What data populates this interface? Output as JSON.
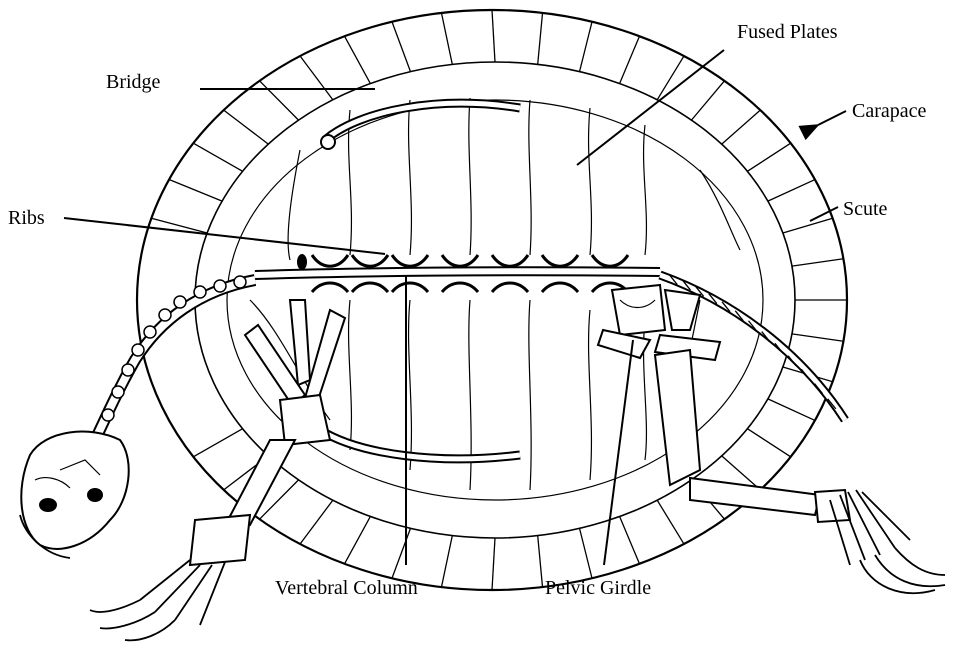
{
  "labels": {
    "bridge": "Bridge",
    "fused_plates": "Fused Plates",
    "carapace": "Carapace",
    "scute": "Scute",
    "ribs": "Ribs",
    "vertebral_column": "Vertebral Column",
    "pelvic_girdle": "Pelvic Girdle"
  }
}
